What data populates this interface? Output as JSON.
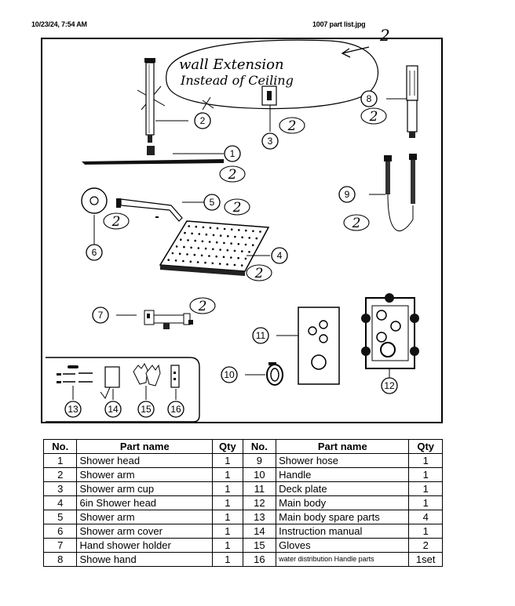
{
  "header": {
    "datetime": "10/23/24, 7:54 AM",
    "filename": "1007 part list.jpg"
  },
  "annotation": {
    "line1": "wall Extension",
    "line2": "Instead of Ceiling",
    "arrow_mark": "2",
    "qty_marks": [
      "2",
      "2",
      "2",
      "2",
      "2",
      "2",
      "2",
      "2"
    ]
  },
  "callouts": [
    "1",
    "2",
    "3",
    "4",
    "5",
    "6",
    "7",
    "8",
    "9",
    "10",
    "11",
    "12",
    "13",
    "14",
    "15",
    "16"
  ],
  "table": {
    "headers": [
      "No.",
      "Part name",
      "Qty",
      "No.",
      "Part name",
      "Qty"
    ],
    "rows": [
      {
        "no_a": "1",
        "name_a": "Shower head",
        "qty_a": "1",
        "no_b": "9",
        "name_b": "Shower hose",
        "qty_b": "1"
      },
      {
        "no_a": "2",
        "name_a": "Shower arm",
        "qty_a": "1",
        "no_b": "10",
        "name_b": "Handle",
        "qty_b": "1"
      },
      {
        "no_a": "3",
        "name_a": "Shower arm cup",
        "qty_a": "1",
        "no_b": "11",
        "name_b": "Deck plate",
        "qty_b": "1"
      },
      {
        "no_a": "4",
        "name_a": "6in Shower head",
        "qty_a": "1",
        "no_b": "12",
        "name_b": "Main body",
        "qty_b": "1"
      },
      {
        "no_a": "5",
        "name_a": "Shower arm",
        "qty_a": "1",
        "no_b": "13",
        "name_b": "Main body spare parts",
        "qty_b": "4"
      },
      {
        "no_a": "6",
        "name_a": "Shower arm cover",
        "qty_a": "1",
        "no_b": "14",
        "name_b": "Instruction manual",
        "qty_b": "1"
      },
      {
        "no_a": "7",
        "name_a": "Hand shower holder",
        "qty_a": "1",
        "no_b": "15",
        "name_b": "Gloves",
        "qty_b": "2"
      },
      {
        "no_a": "8",
        "name_a": "Showe hand",
        "qty_a": "1",
        "no_b": "16",
        "name_b": "water distribution Handle parts",
        "qty_b": "1set"
      }
    ]
  }
}
